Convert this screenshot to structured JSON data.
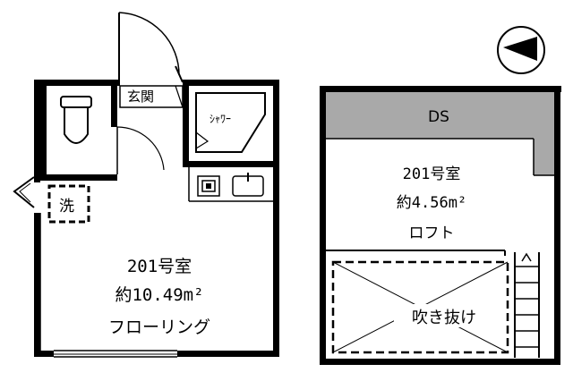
{
  "left_plan": {
    "entrance_label": "玄関",
    "shower_label": "ｼｬﾜｰ",
    "washer_label": "洗",
    "room_number": "201号室",
    "room_area": "約10.49m²",
    "room_type": "フローリング"
  },
  "right_plan": {
    "ds_label": "DS",
    "room_number": "201号室",
    "loft_area": "約4.56m²",
    "loft_type": "ロフト",
    "void_label": "吹き抜け"
  },
  "compass": {
    "icon": "north-arrow-icon",
    "direction": "left"
  }
}
